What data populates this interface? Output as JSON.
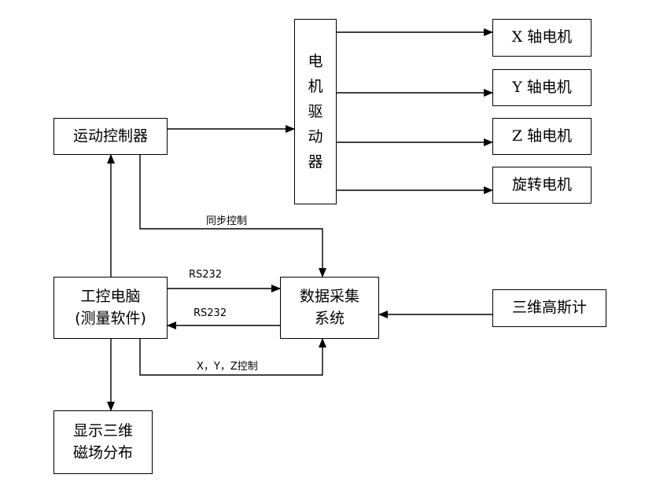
{
  "colors": {
    "stroke": "#000000",
    "background": "#ffffff",
    "text": "#000000"
  },
  "nodes": {
    "motion_controller": {
      "label": "运动控制器"
    },
    "motor_driver": {
      "chars": [
        "电",
        "机",
        "驱",
        "动",
        "器"
      ]
    },
    "x_motor": {
      "label": "X 轴电机"
    },
    "y_motor": {
      "label": "Y 轴电机"
    },
    "z_motor": {
      "label": "Z 轴电机"
    },
    "rotation_motor": {
      "label": "旋转电机"
    },
    "ipc": {
      "line1": "工控电脑",
      "line2": "(测量软件)"
    },
    "daq": {
      "line1": "数据采集",
      "line2": "系统"
    },
    "gaussmeter": {
      "label": "三维高斯计"
    },
    "display": {
      "line1": "显示三维",
      "line2": "磁场分布"
    }
  },
  "edges": {
    "sync_label": "同步控制",
    "rs232_out_label": "RS232",
    "rs232_in_label": "RS232",
    "xyz_label": "X，Y，Z控制"
  }
}
